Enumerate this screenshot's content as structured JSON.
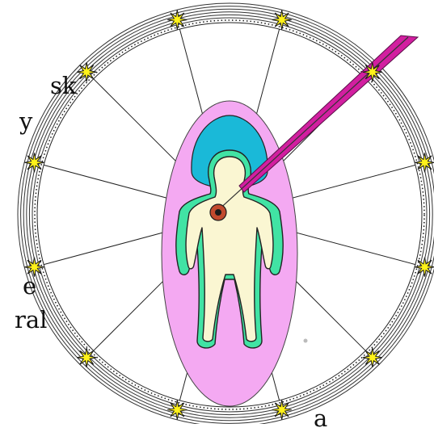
{
  "figure": {
    "text_fragments": [
      {
        "id": "frag-1",
        "text": "sk"
      },
      {
        "id": "frag-2",
        "text": "y"
      },
      {
        "id": "frag-3",
        "text": "e"
      },
      {
        "id": "frag-4",
        "text": "ral"
      },
      {
        "id": "frag-5",
        "text": "a"
      }
    ],
    "star_count": 12,
    "spoke_count": 12,
    "ring_count": 6,
    "colors": {
      "aura": "#f4a9f2",
      "halo": "#1ab9d8",
      "body_outline_band": "#41e3a4",
      "body_fill": "#faf6d2",
      "beam": "#d21fa0",
      "star": "#fff21a",
      "star_outline": "#1a1a1a",
      "heart_chakra": "#c24a2e"
    }
  }
}
